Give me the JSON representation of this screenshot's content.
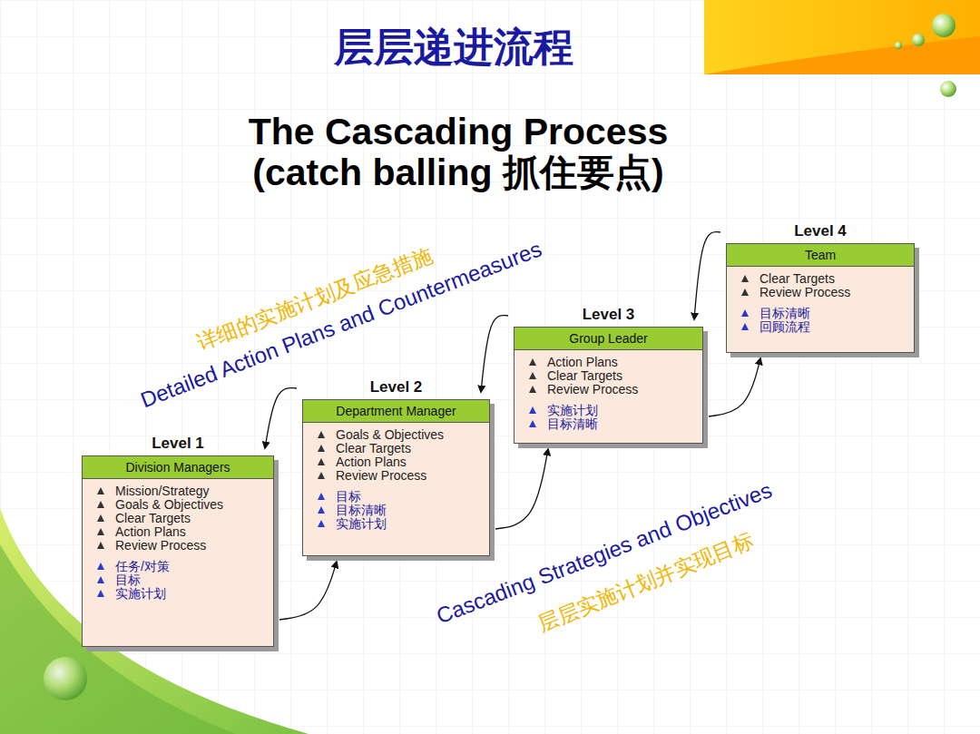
{
  "diagram": {
    "title": "层层递进流程",
    "nodes": [
      {
        "text": [
          "Level 1",
          "Division Managers",
          "Mission/Strategy",
          "Goals & Objectives",
          "Clear Targets",
          "Action Plans",
          "Review Process",
          "任务/对策",
          "目标",
          "实施计划"
        ]
      },
      {
        "text": [
          "Level 2",
          "Department Manager",
          "Goals & Objectives",
          "Clear Targets",
          "Action Plans",
          "Review Process",
          "目标",
          "目标清晰",
          "实施计划"
        ]
      },
      {
        "text": [
          "Level 3",
          "Group Leader",
          "Action Plans",
          "Clear Targets",
          "Review Process",
          "实施计划",
          "目标清晰"
        ]
      },
      {
        "text": [
          "Level 4",
          "Team",
          "Clear Targets",
          "Review Process",
          "目标清晰",
          "回顾流程"
        ]
      }
    ],
    "edges": [
      {
        "from": 0,
        "to": 1,
        "arrow": "to"
      },
      {
        "from": 1,
        "to": 2,
        "arrow": "to"
      },
      {
        "from": 2,
        "to": 3,
        "arrow": "to"
      },
      {
        "from": 3,
        "to": 2,
        "arrow": "to"
      },
      {
        "from": 2,
        "to": 1,
        "arrow": "to"
      },
      {
        "from": 1,
        "to": 0,
        "arrow": "to"
      }
    ],
    "labels": [
      "The Cascading Process (catch balling 抓住要点)",
      "详细的实施计划及应急措施",
      "Detailed Action Plans and Countermeasures",
      "Cascading Strategies and Objectives",
      "层层实施计划并实现目标"
    ]
  }
}
